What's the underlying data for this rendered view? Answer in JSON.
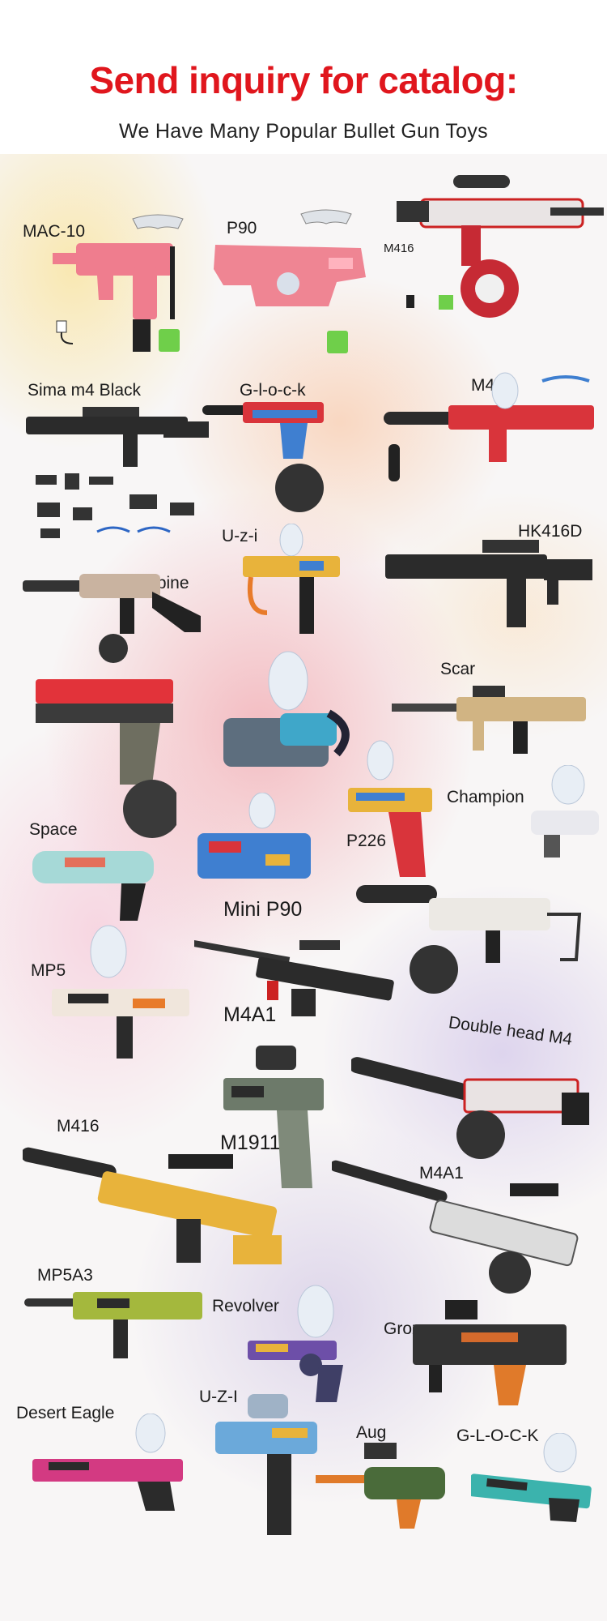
{
  "header": {
    "headline": "Send inquiry for catalog:",
    "subline": "We Have Many Popular Bullet Gun Toys"
  },
  "products": {
    "mac10": "MAC-10",
    "p90": "P90",
    "m416_top": "M416",
    "sima_m4_black": "Sima m4 Black",
    "glock_top": "G-l-o-c-k",
    "m4_top": "M4",
    "uzi_top": "U-z-i",
    "hk416d": "HK416D",
    "carbine": "Carbine",
    "scar": "Scar",
    "champion": "Champion",
    "space": "Space",
    "p226": "P226",
    "mini_p90": "Mini P90",
    "mp5": "MP5",
    "m4a1_mid": "M4A1",
    "double_head_m4": "Double head M4",
    "m416_bottom": "M416",
    "m1911": "M1911",
    "m4a1_bottom": "M4A1",
    "mp5a3": "MP5A3",
    "revolver": "Revolver",
    "groza": "Groza",
    "desert_eagle": "Desert Eagle",
    "uzi_bottom": "U-Z-I",
    "aug": "Aug",
    "glock_bottom": "G-L-O-C-K"
  },
  "colors": {
    "headline": "#e0161d",
    "pink_gun": "#ef7d8e",
    "graffiti_red": "#d9343b",
    "graffiti_blue": "#3f7fd0",
    "graffiti_yellow": "#e8b33b"
  }
}
